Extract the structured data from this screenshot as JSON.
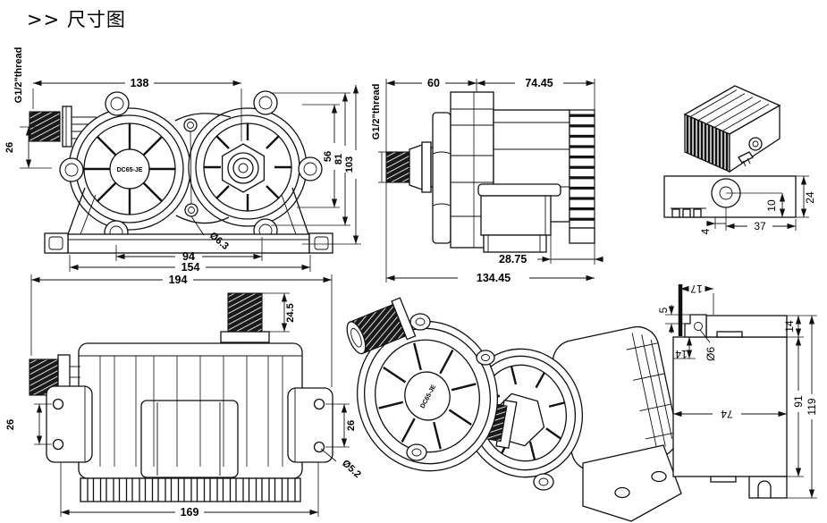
{
  "title": ">> 尺寸图",
  "front_view": {
    "thread_label": "G1/2\"thread",
    "model_label": "DC65-JE",
    "dims": {
      "d138": "138",
      "d26": "26",
      "d56": "56",
      "d81": "81",
      "d103": "103",
      "hole_dia": "Ø6.3",
      "d94": "94",
      "d154": "154"
    }
  },
  "side_view": {
    "thread_label": "G1/2\"thread",
    "dims": {
      "d60": "60",
      "d74_45": "74.45",
      "d28_75": "28.75",
      "d134_45": "134.45"
    }
  },
  "controller_footprint_view": {
    "dims": {
      "d4": "4",
      "d37": "37",
      "d10": "10",
      "d24": "24"
    }
  },
  "top_view": {
    "dims": {
      "d194": "194",
      "d24_5": "24.5",
      "d26_left": "26",
      "d26_right": "26",
      "hole_dia": "Ø5.2",
      "d169": "169"
    }
  },
  "iso_view": {
    "model_label": "DC65-JE"
  },
  "controller_profile_view": {
    "dims": {
      "d17": "17",
      "d5": "5",
      "d14_left": "14",
      "hole_dia": "Ø6",
      "d14_right": "14",
      "d74": "74",
      "d91": "91",
      "d119": "119"
    }
  }
}
